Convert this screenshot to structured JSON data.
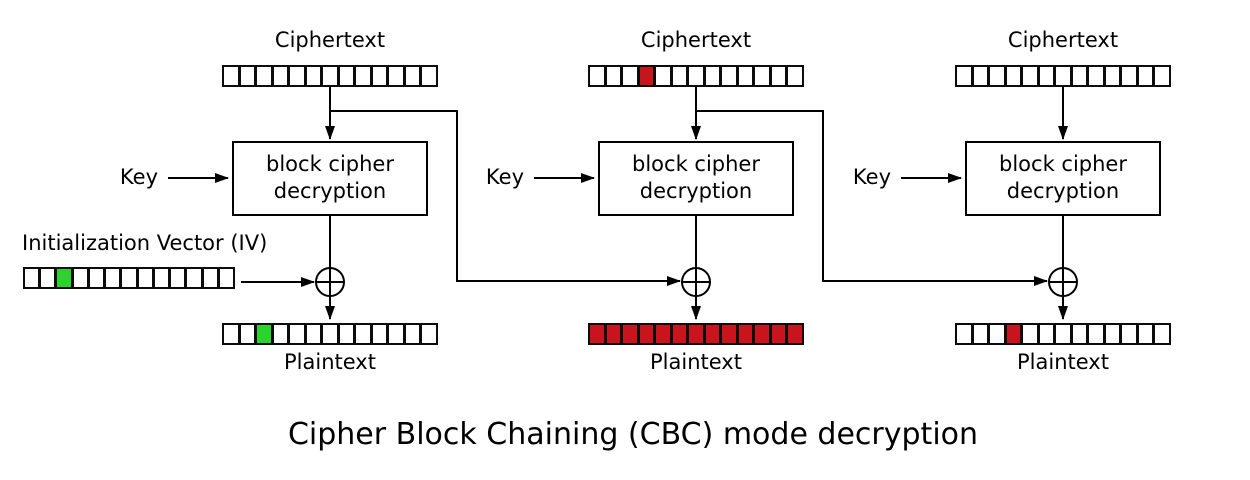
{
  "caption": "Cipher Block Chaining (CBC) mode decryption",
  "labels": {
    "ciphertext": "Ciphertext",
    "plaintext": "Plaintext",
    "key": "Key",
    "iv": "Initialization Vector (IV)",
    "block_cipher_line1": "block cipher",
    "block_cipher_line2": "decryption"
  },
  "colors": {
    "white": "#ffffff",
    "red": "#c9141e",
    "green": "#2cd32c",
    "line": "#000000"
  },
  "iv_cells": [
    "white",
    "white",
    "green",
    "white",
    "white",
    "white",
    "white",
    "white",
    "white",
    "white",
    "white",
    "white",
    "white"
  ],
  "columns": [
    {
      "name": "block-1",
      "ciphertext_cells": [
        "white",
        "white",
        "white",
        "white",
        "white",
        "white",
        "white",
        "white",
        "white",
        "white",
        "white",
        "white",
        "white"
      ],
      "plaintext_cells": [
        "white",
        "white",
        "green",
        "white",
        "white",
        "white",
        "white",
        "white",
        "white",
        "white",
        "white",
        "white",
        "white"
      ]
    },
    {
      "name": "block-2",
      "ciphertext_cells": [
        "white",
        "white",
        "white",
        "red",
        "white",
        "white",
        "white",
        "white",
        "white",
        "white",
        "white",
        "white",
        "white"
      ],
      "plaintext_cells": [
        "red",
        "red",
        "red",
        "red",
        "red",
        "red",
        "red",
        "red",
        "red",
        "red",
        "red",
        "red",
        "red"
      ]
    },
    {
      "name": "block-3",
      "ciphertext_cells": [
        "white",
        "white",
        "white",
        "white",
        "white",
        "white",
        "white",
        "white",
        "white",
        "white",
        "white",
        "white",
        "white"
      ],
      "plaintext_cells": [
        "white",
        "white",
        "white",
        "red",
        "white",
        "white",
        "white",
        "white",
        "white",
        "white",
        "white",
        "white",
        "white"
      ]
    }
  ]
}
